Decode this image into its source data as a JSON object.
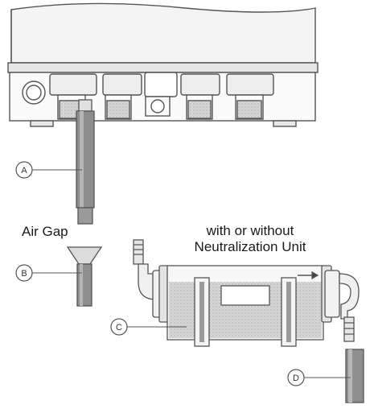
{
  "captions": {
    "air_gap": "Air Gap",
    "neutralization_line1": "with or without",
    "neutralization_line2": "Neutralization Unit"
  },
  "callouts": {
    "a": "A",
    "b": "B",
    "c": "C",
    "d": "D"
  },
  "colors": {
    "line": "#555555",
    "fill_light": "#eeeeee",
    "fill_mid": "#cfcfcf",
    "fill_dark": "#8a8a8a",
    "granules": "#bdbdbd"
  }
}
